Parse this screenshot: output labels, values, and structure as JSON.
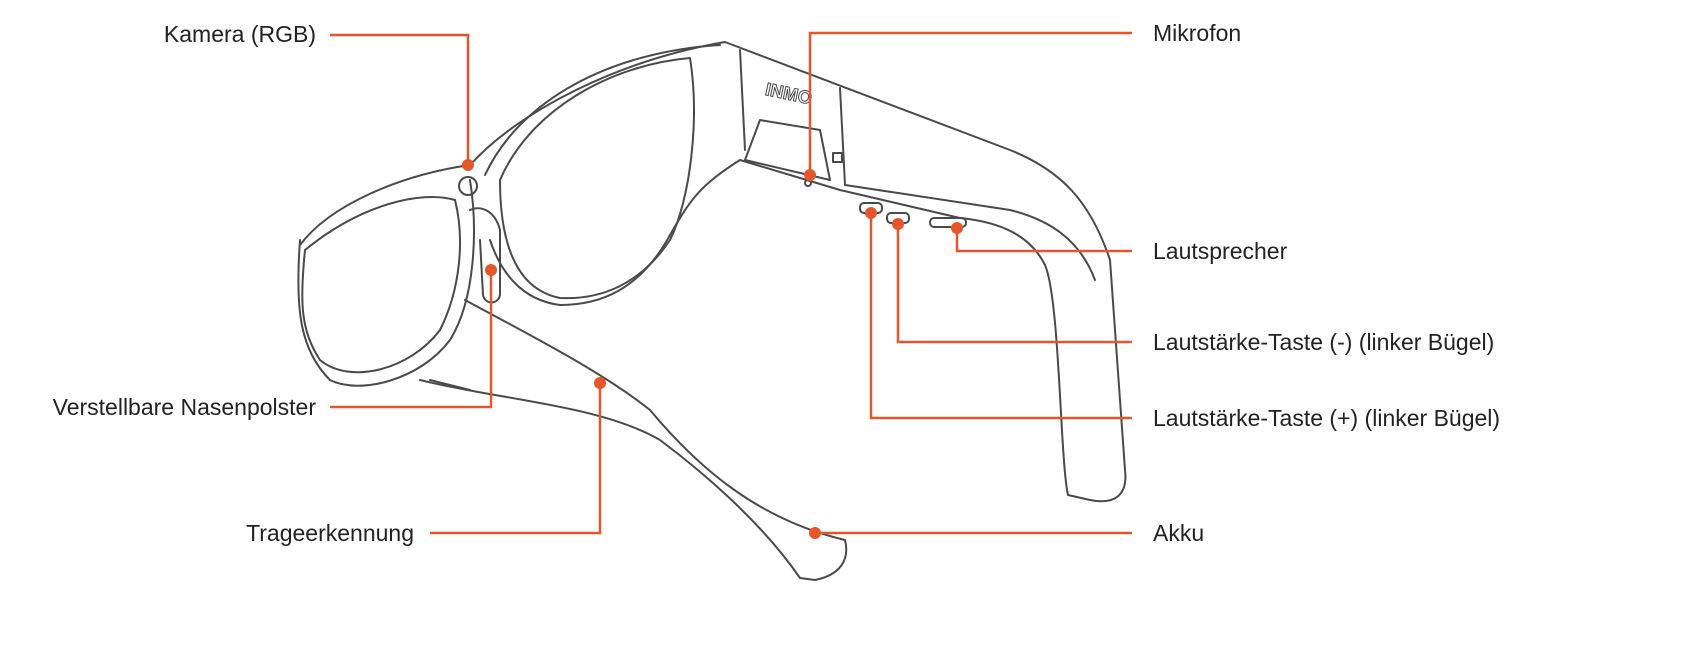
{
  "labels": {
    "camera": "Kamera (RGB)",
    "nose_pads": "Verstellbare Nasenpolster",
    "wear_detection": "Trageerkennung",
    "microphone": "Mikrofon",
    "speaker": "Lautsprecher",
    "volume_down": "Lautstärke-Taste (-) (linker Bügel)",
    "volume_up": "Lautstärke-Taste (+) (linker Bügel)",
    "battery": "Akku"
  },
  "logo_text": "INMO",
  "colors": {
    "accent": "#e5572b",
    "outline": "#4a4a4a"
  }
}
